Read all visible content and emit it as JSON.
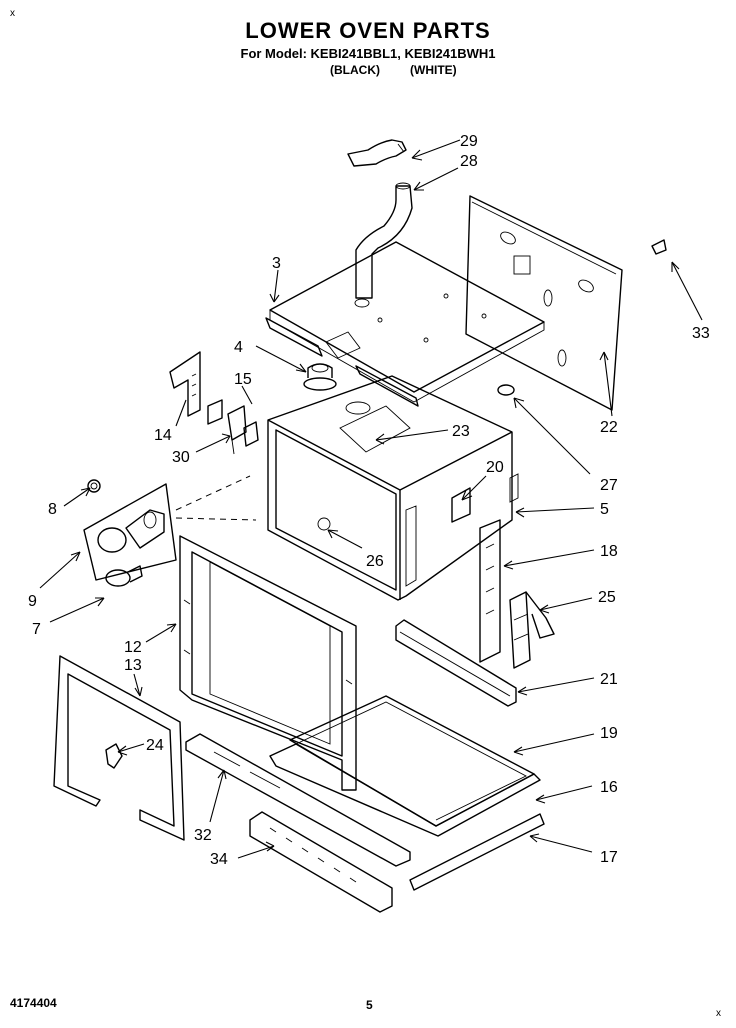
{
  "header": {
    "title": "LOWER OVEN PARTS",
    "subtitle": "For Model: KEBI241BBL1, KEBI241BWH1",
    "variant_black": "(BLACK)",
    "variant_white": "(WHITE)"
  },
  "corner_marks": {
    "top_left": "x",
    "bottom_right": "x"
  },
  "footer": {
    "doc_number": "4174404",
    "page_number": "5"
  },
  "callouts": [
    "29",
    "28",
    "3",
    "33",
    "4",
    "15",
    "14",
    "23",
    "30",
    "22",
    "27",
    "20",
    "8",
    "5",
    "26",
    "9",
    "18",
    "7",
    "25",
    "12",
    "13",
    "21",
    "24",
    "19",
    "16",
    "32",
    "17",
    "34"
  ]
}
